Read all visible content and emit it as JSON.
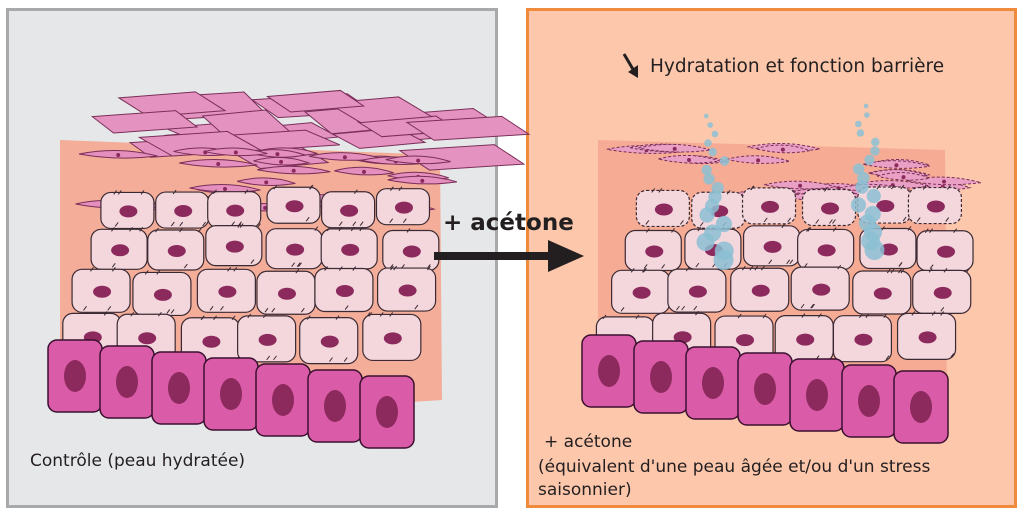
{
  "panels": {
    "control": {
      "caption": "Contrôle (peau hydratée)"
    },
    "treated": {
      "top_label": "Hydratation et fonction barrière",
      "caption_line1": "+ acétone",
      "caption_line2": "(équivalent d'une peau âgée et/ou d'un stress saisonnier)"
    }
  },
  "arrow": {
    "label": "+ acétone"
  },
  "colors": {
    "control_bg": "#e6e7e9",
    "control_border": "#a7a9ab",
    "treated_bg": "#fcc7ab",
    "treated_border": "#f08a3c",
    "dermis_pink": "#f4a690",
    "flake_pink": "#e493c1",
    "cell_pink": "#f3d7dc",
    "nucleus": "#8c2a5d",
    "basal_magenta": "#da5ca8",
    "water_drop": "#8cc0d3"
  }
}
